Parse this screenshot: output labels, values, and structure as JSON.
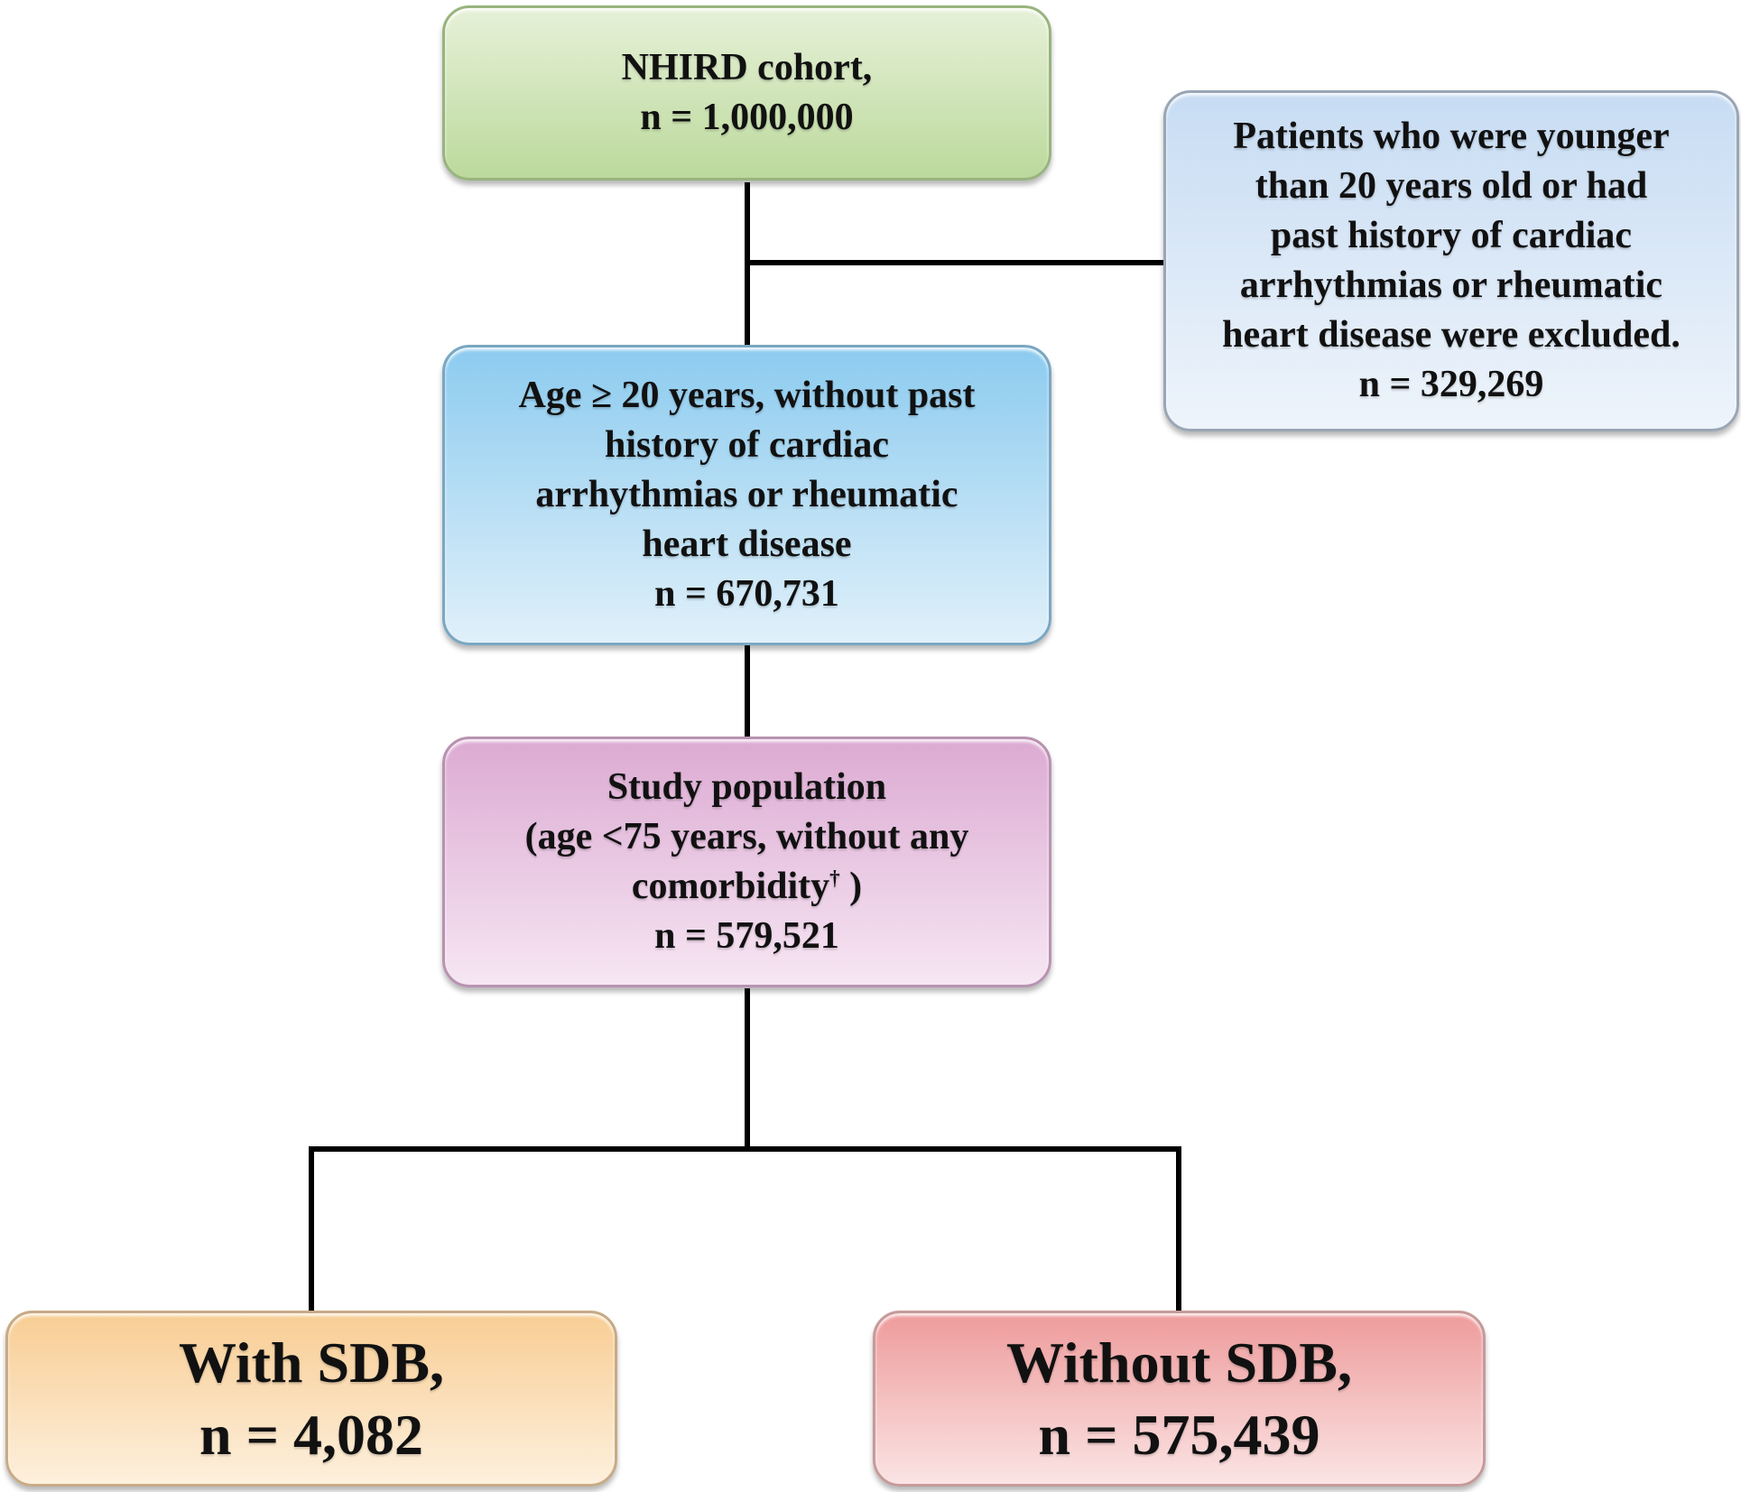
{
  "nodes": {
    "cohort": {
      "lines": [
        "NHIRD cohort,",
        "n = 1,000,000"
      ]
    },
    "excluded": {
      "lines": [
        "Patients who were younger",
        "than 20 years old or had",
        "past history of cardiac",
        "arrhythmias or rheumatic",
        "heart disease were excluded.",
        "n = 329,269"
      ]
    },
    "eligible": {
      "lines": [
        "Age ≥ 20 years, without past",
        "history of cardiac",
        "arrhythmias or rheumatic",
        "heart disease",
        "n = 670,731"
      ]
    },
    "study": {
      "line1": "Study population",
      "line2": "(age <75 years, without any",
      "line3_main": "comorbidity",
      "line3_sup": "†",
      "line3_end": " )",
      "line4": "n = 579,521"
    },
    "with_sdb": {
      "lines": [
        "With SDB,",
        "n = 4,082"
      ]
    },
    "without_sdb": {
      "lines": [
        "Without SDB,",
        "n = 575,439"
      ]
    }
  },
  "colors": {
    "cohort": "#bcd99c",
    "excluded": "#c7dcf3",
    "eligible": "#8ccbef",
    "study": "#dcaad2",
    "with_sdb": "#f8cd94",
    "without_sdb": "#ee9b9b",
    "connector": "#000000"
  }
}
